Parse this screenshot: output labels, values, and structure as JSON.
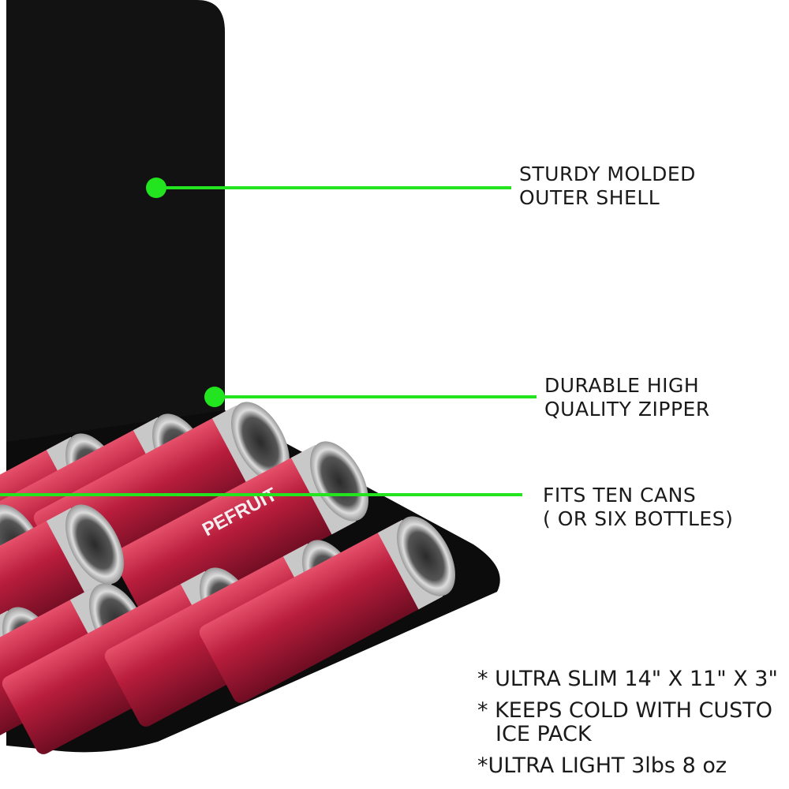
{
  "accent_color": "#22e41f",
  "callouts": [
    {
      "line1": "STURDY MOLDED",
      "line2": "OUTER SHELL"
    },
    {
      "line1": "DURABLE HIGH",
      "line2": "QUALITY ZIPPER"
    },
    {
      "line1": "FITS TEN CANS",
      "line2": "( OR SIX BOTTLES)"
    }
  ],
  "features": [
    "* ULTRA SLIM 14\" X 11\" X 3\"",
    "* KEEPS COLD WITH CUSTO",
    "ICE PACK",
    "*ULTRA LIGHT   3lbs 8 oz"
  ],
  "can_label": "PEFRUIT"
}
